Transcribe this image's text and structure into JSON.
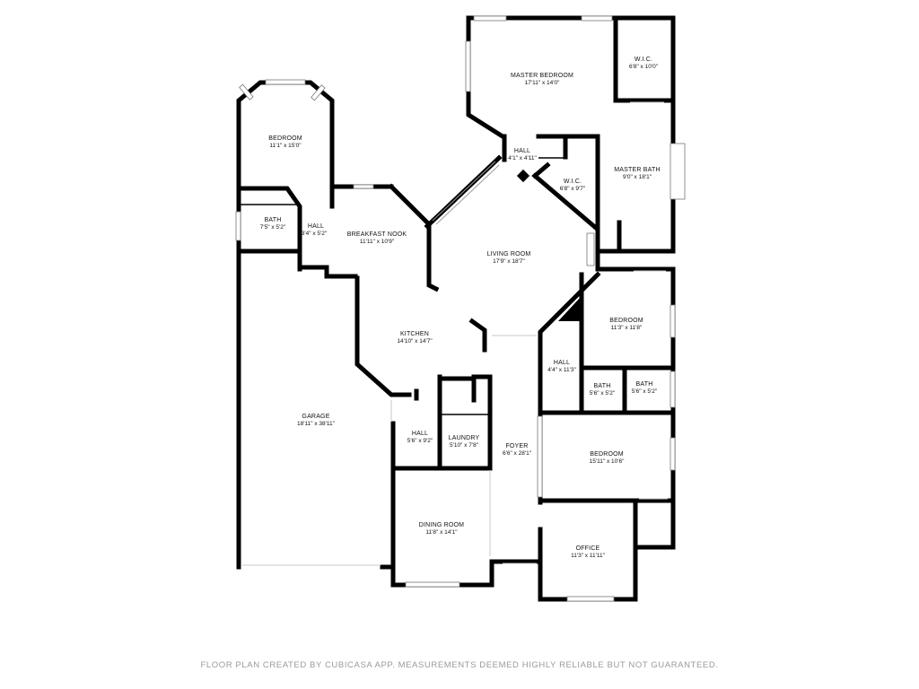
{
  "rooms": [
    {
      "id": "master-bedroom",
      "name": "MASTER BEDROOM",
      "dims": "17'11\" x 14'0\""
    },
    {
      "id": "wic-master",
      "name": "W.I.C.",
      "dims": "6'8\" x 10'0\""
    },
    {
      "id": "hall-top",
      "name": "HALL",
      "dims": "4'1\" x 4'11\""
    },
    {
      "id": "wic-2",
      "name": "W.I.C.",
      "dims": "6'8\" x 9'7\""
    },
    {
      "id": "master-bath",
      "name": "MASTER BATH",
      "dims": "9'0\" x 18'1\""
    },
    {
      "id": "bedroom-nw",
      "name": "BEDROOM",
      "dims": "11'1\" x 15'0\""
    },
    {
      "id": "bath-west",
      "name": "BATH",
      "dims": "7'5\" x 5'2\""
    },
    {
      "id": "hall-west",
      "name": "HALL",
      "dims": "3'4\" x 5'2\""
    },
    {
      "id": "breakfast-nook",
      "name": "BREAKFAST NOOK",
      "dims": "11'11\" x 10'9\""
    },
    {
      "id": "living-room",
      "name": "LIVING ROOM",
      "dims": "17'9\" x 18'7\""
    },
    {
      "id": "bedroom-east",
      "name": "BEDROOM",
      "dims": "11'3\" x 11'8\""
    },
    {
      "id": "kitchen",
      "name": "KITCHEN",
      "dims": "14'10\" x 14'7\""
    },
    {
      "id": "hall-east",
      "name": "HALL",
      "dims": "4'4\" x 11'3\""
    },
    {
      "id": "bath-east-1",
      "name": "BATH",
      "dims": "5'6\" x 5'2\""
    },
    {
      "id": "bath-east-2",
      "name": "BATH",
      "dims": "5'6\" x 5'2\""
    },
    {
      "id": "garage",
      "name": "GARAGE",
      "dims": "18'11\" x 38'11\""
    },
    {
      "id": "hall-laundry",
      "name": "HALL",
      "dims": "5'6\" x 9'2\""
    },
    {
      "id": "laundry",
      "name": "LAUNDRY",
      "dims": "5'10\" x 7'8\""
    },
    {
      "id": "foyer",
      "name": "FOYER",
      "dims": "6'6\" x 28'1\""
    },
    {
      "id": "bedroom-se",
      "name": "BEDROOM",
      "dims": "15'11\" x 10'6\""
    },
    {
      "id": "dining-room",
      "name": "DINING ROOM",
      "dims": "11'8\" x 14'1\""
    },
    {
      "id": "office",
      "name": "OFFICE",
      "dims": "11'3\" x 11'11\""
    }
  ],
  "footer": "FLOOR PLAN CREATED BY CUBICASA APP. MEASUREMENTS DEEMED HIGHLY RELIABLE BUT NOT GUARANTEED.",
  "colors": {
    "wall": "#000000",
    "footer_text": "#9a9a9a",
    "background": "#ffffff"
  }
}
